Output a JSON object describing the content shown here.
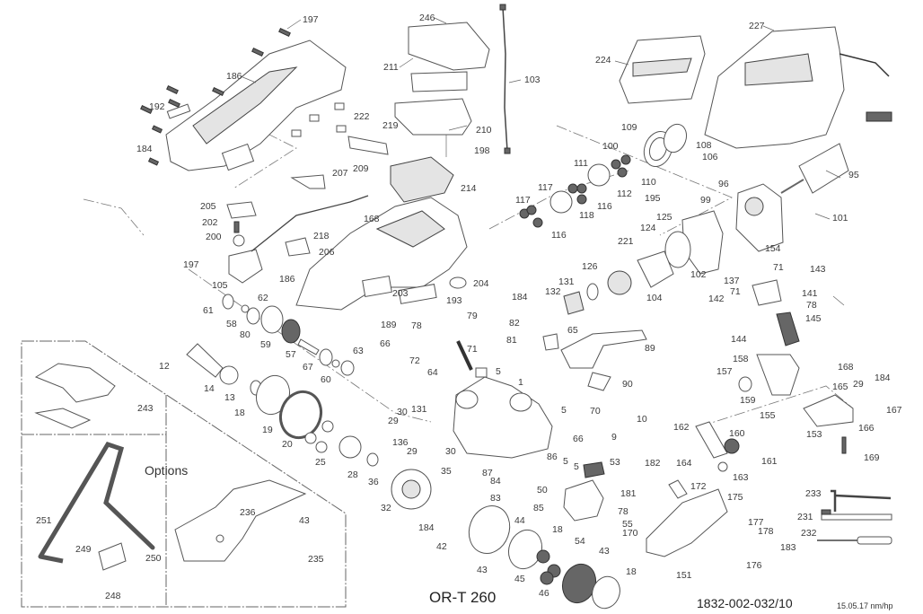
{
  "diagram": {
    "title": "OR-T 260",
    "document_number": "1832-002-032/10",
    "date_stamp": "15.05.17 nm/hp",
    "options_label": "Options",
    "part_labels": [
      {
        "id": "p197a",
        "text": "197"
      },
      {
        "id": "p186a",
        "text": "186"
      },
      {
        "id": "p192",
        "text": "192"
      },
      {
        "id": "p184a",
        "text": "184"
      },
      {
        "id": "p246",
        "text": "246"
      },
      {
        "id": "p211",
        "text": "211"
      },
      {
        "id": "p222",
        "text": "222"
      },
      {
        "id": "p219",
        "text": "219"
      },
      {
        "id": "p210",
        "text": "210"
      },
      {
        "id": "p198",
        "text": "198"
      },
      {
        "id": "p209",
        "text": "209"
      },
      {
        "id": "p207",
        "text": "207"
      },
      {
        "id": "p214",
        "text": "214"
      },
      {
        "id": "p103",
        "text": "103"
      },
      {
        "id": "p224",
        "text": "224"
      },
      {
        "id": "p227",
        "text": "227"
      },
      {
        "id": "p109",
        "text": "109"
      },
      {
        "id": "p108",
        "text": "108"
      },
      {
        "id": "p100",
        "text": "100"
      },
      {
        "id": "p106",
        "text": "106"
      },
      {
        "id": "p111",
        "text": "111"
      },
      {
        "id": "p110",
        "text": "110"
      },
      {
        "id": "p117a",
        "text": "117"
      },
      {
        "id": "p112",
        "text": "112"
      },
      {
        "id": "p116a",
        "text": "116"
      },
      {
        "id": "p117b",
        "text": "117"
      },
      {
        "id": "p118",
        "text": "118"
      },
      {
        "id": "p116b",
        "text": "116"
      },
      {
        "id": "p95",
        "text": "95"
      },
      {
        "id": "p96",
        "text": "96"
      },
      {
        "id": "p99",
        "text": "99"
      },
      {
        "id": "p195",
        "text": "195"
      },
      {
        "id": "p101",
        "text": "101"
      },
      {
        "id": "p125",
        "text": "125"
      },
      {
        "id": "p124",
        "text": "124"
      },
      {
        "id": "p154",
        "text": "154"
      },
      {
        "id": "p221",
        "text": "221"
      },
      {
        "id": "p205",
        "text": "205"
      },
      {
        "id": "p202",
        "text": "202"
      },
      {
        "id": "p200",
        "text": "200"
      },
      {
        "id": "p168a",
        "text": "168"
      },
      {
        "id": "p218",
        "text": "218"
      },
      {
        "id": "p206",
        "text": "206"
      },
      {
        "id": "p197b",
        "text": "197"
      },
      {
        "id": "p105",
        "text": "105"
      },
      {
        "id": "p186b",
        "text": "186"
      },
      {
        "id": "p204",
        "text": "204"
      },
      {
        "id": "p203",
        "text": "203"
      },
      {
        "id": "p193",
        "text": "193"
      },
      {
        "id": "p189",
        "text": "189"
      },
      {
        "id": "p61",
        "text": "61"
      },
      {
        "id": "p62",
        "text": "62"
      },
      {
        "id": "p58",
        "text": "58"
      },
      {
        "id": "p80",
        "text": "80"
      },
      {
        "id": "p59",
        "text": "59"
      },
      {
        "id": "p57",
        "text": "57"
      },
      {
        "id": "p67",
        "text": "67"
      },
      {
        "id": "p63",
        "text": "63"
      },
      {
        "id": "p60",
        "text": "60"
      },
      {
        "id": "p12",
        "text": "12"
      },
      {
        "id": "p14",
        "text": "14"
      },
      {
        "id": "p13",
        "text": "13"
      },
      {
        "id": "p18a",
        "text": "18"
      },
      {
        "id": "p19",
        "text": "19"
      },
      {
        "id": "p20",
        "text": "20"
      },
      {
        "id": "p25",
        "text": "25"
      },
      {
        "id": "p28",
        "text": "28"
      },
      {
        "id": "p36",
        "text": "36"
      },
      {
        "id": "p32",
        "text": "32"
      },
      {
        "id": "p126",
        "text": "126"
      },
      {
        "id": "p131a",
        "text": "131"
      },
      {
        "id": "p132",
        "text": "132"
      },
      {
        "id": "p102",
        "text": "102"
      },
      {
        "id": "p104",
        "text": "104"
      },
      {
        "id": "p184b",
        "text": "184"
      },
      {
        "id": "p79",
        "text": "79"
      },
      {
        "id": "p82",
        "text": "82"
      },
      {
        "id": "p81",
        "text": "81"
      },
      {
        "id": "p78a",
        "text": "78"
      },
      {
        "id": "p66a",
        "text": "66"
      },
      {
        "id": "p71a",
        "text": "71"
      },
      {
        "id": "p72",
        "text": "72"
      },
      {
        "id": "p64",
        "text": "64"
      },
      {
        "id": "p5a",
        "text": "5"
      },
      {
        "id": "p1",
        "text": "1"
      },
      {
        "id": "p65",
        "text": "65"
      },
      {
        "id": "p89",
        "text": "89"
      },
      {
        "id": "p90",
        "text": "90"
      },
      {
        "id": "p30a",
        "text": "30"
      },
      {
        "id": "p29a",
        "text": "29"
      },
      {
        "id": "p131b",
        "text": "131"
      },
      {
        "id": "p136",
        "text": "136"
      },
      {
        "id": "p29b",
        "text": "29"
      },
      {
        "id": "p30b",
        "text": "30"
      },
      {
        "id": "p5b",
        "text": "5"
      },
      {
        "id": "p70",
        "text": "70"
      },
      {
        "id": "p10",
        "text": "10"
      },
      {
        "id": "p66b",
        "text": "66"
      },
      {
        "id": "p9",
        "text": "9"
      },
      {
        "id": "p87",
        "text": "87"
      },
      {
        "id": "p86",
        "text": "86"
      },
      {
        "id": "p5c",
        "text": "5"
      },
      {
        "id": "p5d",
        "text": "5"
      },
      {
        "id": "p84",
        "text": "84"
      },
      {
        "id": "p53",
        "text": "53"
      },
      {
        "id": "p35",
        "text": "35"
      },
      {
        "id": "p83",
        "text": "83"
      },
      {
        "id": "p50",
        "text": "50"
      },
      {
        "id": "p85",
        "text": "85"
      },
      {
        "id": "p44",
        "text": "44"
      },
      {
        "id": "p184c",
        "text": "184"
      },
      {
        "id": "p42",
        "text": "42"
      },
      {
        "id": "p18b",
        "text": "18"
      },
      {
        "id": "p43a",
        "text": "43"
      },
      {
        "id": "p45",
        "text": "45"
      },
      {
        "id": "p46",
        "text": "46"
      },
      {
        "id": "p18c",
        "text": "18"
      },
      {
        "id": "p182",
        "text": "182"
      },
      {
        "id": "p181",
        "text": "181"
      },
      {
        "id": "p78b",
        "text": "78"
      },
      {
        "id": "p55",
        "text": "55"
      },
      {
        "id": "p170",
        "text": "170"
      },
      {
        "id": "p54",
        "text": "54"
      },
      {
        "id": "p43b",
        "text": "43"
      },
      {
        "id": "p137",
        "text": "137"
      },
      {
        "id": "p71b",
        "text": "71"
      },
      {
        "id": "p71c",
        "text": "71"
      },
      {
        "id": "p143",
        "text": "143"
      },
      {
        "id": "p141",
        "text": "141"
      },
      {
        "id": "p142",
        "text": "142"
      },
      {
        "id": "p78c",
        "text": "78"
      },
      {
        "id": "p145",
        "text": "145"
      },
      {
        "id": "p144",
        "text": "144"
      },
      {
        "id": "p158",
        "text": "158"
      },
      {
        "id": "p157",
        "text": "157"
      },
      {
        "id": "p159",
        "text": "159"
      },
      {
        "id": "p168b",
        "text": "168"
      },
      {
        "id": "p165",
        "text": "165"
      },
      {
        "id": "p29c",
        "text": "29"
      },
      {
        "id": "p184d",
        "text": "184"
      },
      {
        "id": "p167",
        "text": "167"
      },
      {
        "id": "p166",
        "text": "166"
      },
      {
        "id": "p155",
        "text": "155"
      },
      {
        "id": "p153",
        "text": "153"
      },
      {
        "id": "p162",
        "text": "162"
      },
      {
        "id": "p160",
        "text": "160"
      },
      {
        "id": "p161",
        "text": "161"
      },
      {
        "id": "p169",
        "text": "169"
      },
      {
        "id": "p164",
        "text": "164"
      },
      {
        "id": "p163",
        "text": "163"
      },
      {
        "id": "p172",
        "text": "172"
      },
      {
        "id": "p175",
        "text": "175"
      },
      {
        "id": "p177",
        "text": "177"
      },
      {
        "id": "p178",
        "text": "178"
      },
      {
        "id": "p183",
        "text": "183"
      },
      {
        "id": "p176",
        "text": "176"
      },
      {
        "id": "p151",
        "text": "151"
      },
      {
        "id": "p233",
        "text": "233"
      },
      {
        "id": "p231",
        "text": "231"
      },
      {
        "id": "p232",
        "text": "232"
      },
      {
        "id": "p243",
        "text": "243"
      },
      {
        "id": "p251",
        "text": "251"
      },
      {
        "id": "p249",
        "text": "249"
      },
      {
        "id": "p250",
        "text": "250"
      },
      {
        "id": "p248",
        "text": "248"
      },
      {
        "id": "p236",
        "text": "236"
      },
      {
        "id": "p43c",
        "text": "43"
      },
      {
        "id": "p235",
        "text": "235"
      }
    ]
  }
}
